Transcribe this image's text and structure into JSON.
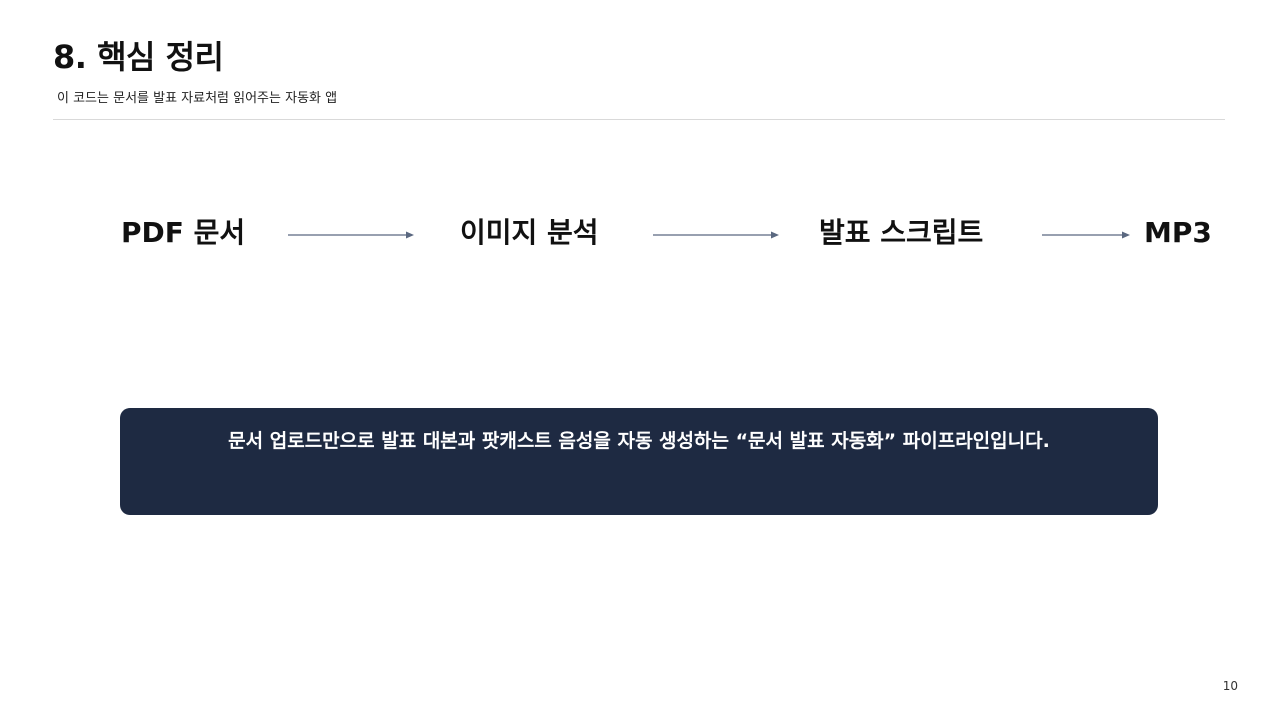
{
  "slide": {
    "title": "8. 핵심 정리",
    "subtitle": "이 코드는 문서를 발표 자료처럼 읽어주는 자동화 앱",
    "flow": {
      "steps": [
        "PDF 문서",
        "이미지 분석",
        "발표 스크립트",
        "MP3"
      ]
    },
    "callout": "문서 업로드만으로 발표 대본과 팟캐스트 음성을 자동 생성하는 “문서 발표 자동화” 파이프라인입니다.",
    "page_number": "10"
  },
  "colors": {
    "callout_bg": "#1e2a42",
    "arrow": "#5a6880",
    "divider": "#d9d9d9"
  }
}
